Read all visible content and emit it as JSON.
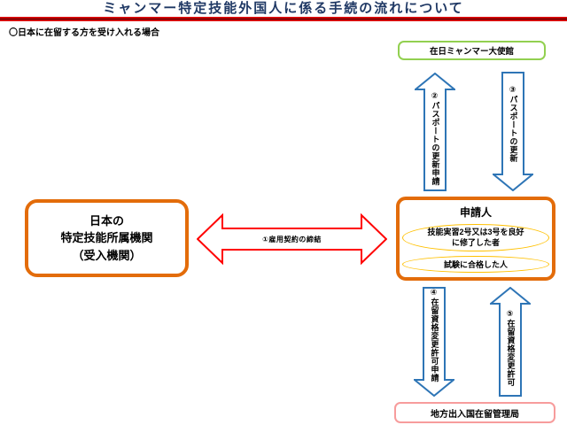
{
  "page": {
    "title": "ミャンマー特定技能外国人に係る手続の流れについて",
    "subtitle": "〇日本に在留する方を受け入れる場合"
  },
  "nodes": {
    "receiving_org": {
      "label": "日本の\n特定技能所属機関\n（受入機関）"
    },
    "embassy": {
      "label": "在日ミャンマー大使館"
    },
    "applicant": {
      "title": "申請人",
      "group1": "技能実習2号又は3号を良好\nに修了した者",
      "group2": "試験に合格した人"
    },
    "immigration": {
      "label": "地方出入国在留管理局"
    }
  },
  "arrows": {
    "employment": {
      "label": "①雇用契約の締結",
      "color": "#FF0000",
      "direction": "double-horizontal"
    },
    "passport_apply": {
      "label": "②パスポートの更新申請",
      "color": "#2E75B6",
      "direction": "up"
    },
    "passport_renew": {
      "label": "③パスポートの更新",
      "color": "#2E75B6",
      "direction": "down"
    },
    "status_apply": {
      "label": "④在留資格変更許可申請",
      "color": "#2E75B6",
      "direction": "down"
    },
    "status_permit": {
      "label": "⑤在留資格変更許可",
      "color": "#2E75B6",
      "direction": "up"
    }
  },
  "colors": {
    "title_text": "#1F3864",
    "title_underline": "#E8B323",
    "header_rule": "#D40000",
    "org_border": "#E36C0A",
    "embassy_border": "#92D050",
    "immigration_border": "#F79C9C",
    "ellipse_border": "#FFC000",
    "arrow_blue": "#2E75B6",
    "arrow_red": "#FF0000"
  }
}
